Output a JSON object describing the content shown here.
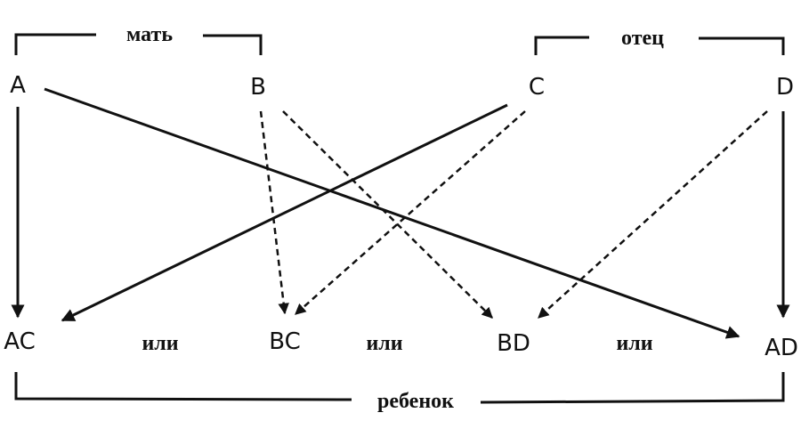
{
  "mother_label": "мать",
  "father_label": "отец",
  "child_label": "ребенок",
  "parents": [
    "A",
    "B",
    "C",
    "D"
  ],
  "children": [
    "AC",
    "BC",
    "BD",
    "AD"
  ],
  "or_label": "или",
  "links": [
    {
      "from": "A",
      "to": "AC",
      "style": "solid"
    },
    {
      "from": "A",
      "to": "AD",
      "style": "solid"
    },
    {
      "from": "B",
      "to": "BC",
      "style": "dashed"
    },
    {
      "from": "B",
      "to": "BD",
      "style": "dashed"
    },
    {
      "from": "C",
      "to": "AC",
      "style": "solid"
    },
    {
      "from": "C",
      "to": "BC",
      "style": "dashed"
    },
    {
      "from": "D",
      "to": "BD",
      "style": "dashed"
    },
    {
      "from": "D",
      "to": "AD",
      "style": "solid"
    }
  ]
}
